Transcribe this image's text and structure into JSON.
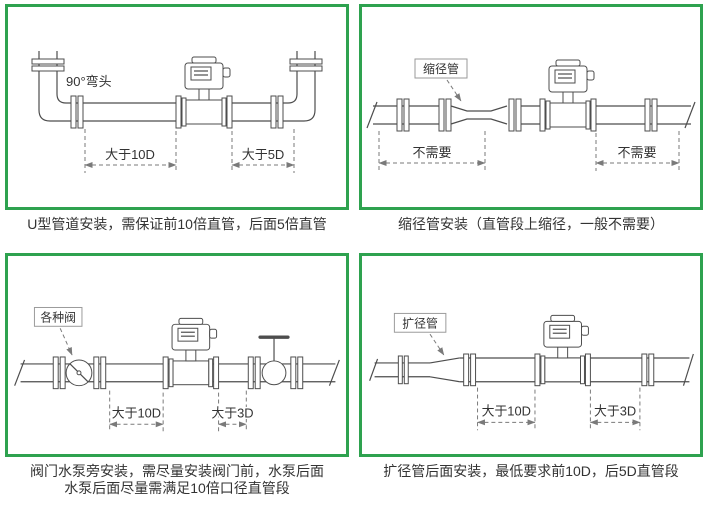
{
  "colors": {
    "panel_border": "#2ea24f",
    "line": "#4d4d4d",
    "text": "#333333"
  },
  "panels": {
    "u_pipe": {
      "caption": "U型管道安装，需保证前10倍直管，后面5倍直管",
      "elbow_label": "90°弯头",
      "dim_left": "大于10D",
      "dim_right": "大于5D"
    },
    "reducer": {
      "caption": "缩径管安装（直管段上缩径，一般不需要）",
      "part_label": "缩径管",
      "dim_left": "不需要",
      "dim_right": "不需要"
    },
    "valve": {
      "caption_line1": "阀门水泵旁安装，需尽量安装阀门前，水泵后面",
      "caption_line2": "水泵后面尽量需满足10倍口径直管段",
      "part_label": "各种阀",
      "dim_left": "大于10D",
      "dim_right": "大于3D"
    },
    "expander": {
      "caption": "扩径管后面安装，最低要求前10D，后5D直管段",
      "part_label": "扩径管",
      "dim_left": "大于10D",
      "dim_right": "大于3D"
    }
  }
}
